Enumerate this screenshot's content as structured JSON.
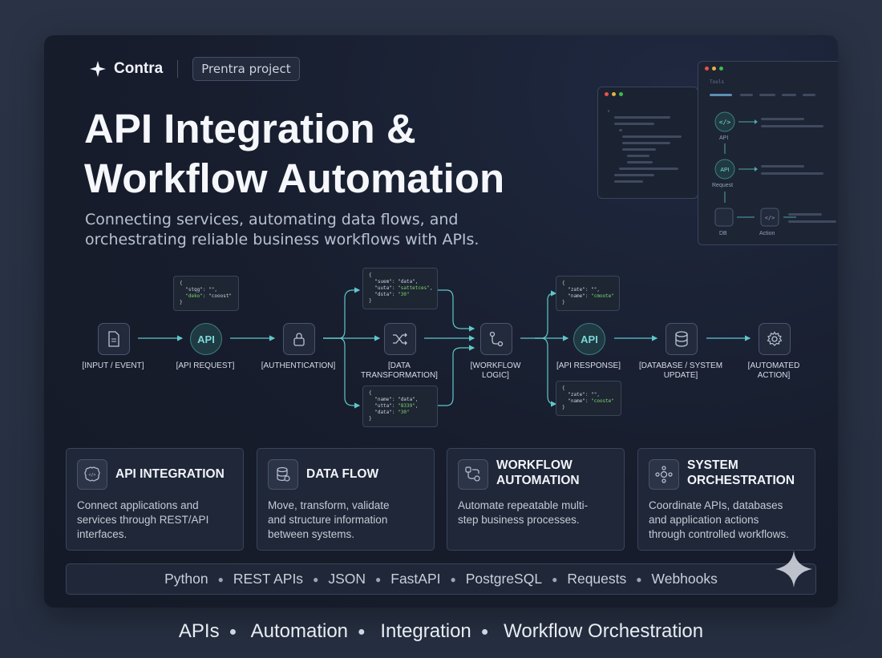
{
  "brand": {
    "name": "Contra",
    "tag": "Prentra project"
  },
  "title_lines": [
    "API Integration &",
    "Workflow Automation"
  ],
  "subtitle_lines": [
    "Connecting services, automating data flows, and",
    "orchestrating reliable business workflows with APIs."
  ],
  "mock": {
    "api_label": "API",
    "request_label": "Request",
    "db_label": "DB",
    "action_label": "Action",
    "search": "Tools"
  },
  "flow": {
    "nodes": [
      {
        "label": "[INPUT / EVENT]"
      },
      {
        "label": "[API REQUEST]",
        "icon_text": "API"
      },
      {
        "label": "[AUTHENTICATION]"
      },
      {
        "label": "[DATA TRANSFORMATION]"
      },
      {
        "label": "[WORKFLOW LOGIC]"
      },
      {
        "label": "[API RESPONSE]",
        "icon_text": "API"
      },
      {
        "label": "[DATABASE / SYSTEM UPDATE]"
      },
      {
        "label": "[AUTOMATED ACTION]"
      }
    ]
  },
  "features": [
    {
      "title": "API INTEGRATION",
      "desc_lines": [
        "Connect applications and",
        "services through REST/API",
        "interfaces."
      ]
    },
    {
      "title_lines": [
        "DATA FLOW"
      ],
      "desc_lines": [
        "Move, transform, validate",
        "and structure information",
        "between systems."
      ]
    },
    {
      "title_lines": [
        "WORKFLOW",
        "AUTOMATION"
      ],
      "desc_lines": [
        "Automate repeatable multi-",
        "step business processes."
      ]
    },
    {
      "title_lines": [
        "SYSTEM",
        "ORCHESTRATION"
      ],
      "desc_lines": [
        "Coordinate APIs, databases",
        "and application actions",
        "through controlled workflows."
      ]
    }
  ],
  "tech": [
    "Python",
    "REST APIs",
    "JSON",
    "FastAPI",
    "PostgreSQL",
    "Requests",
    "Webhooks"
  ],
  "footer": [
    "APIs",
    "Automation",
    "Integration",
    "Workflow Orchestration"
  ],
  "colors": {
    "accent": "#5fc7c9",
    "card_bg": "#171d2c",
    "border": "#3a4559"
  }
}
